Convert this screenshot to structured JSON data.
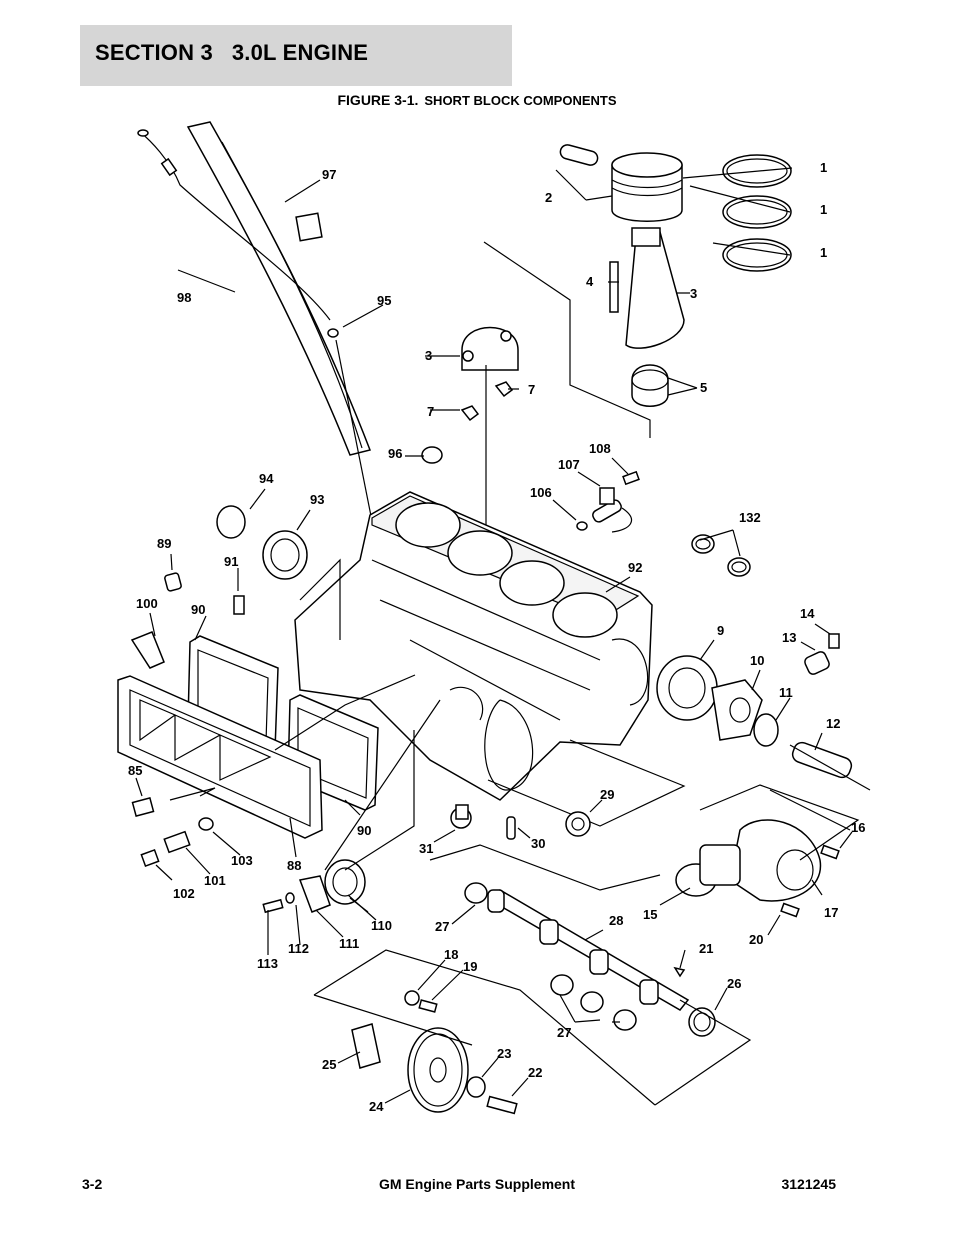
{
  "header": {
    "section_title": "SECTION 3   3.0L ENGINE"
  },
  "figure": {
    "number": "FIGURE 3-1.",
    "name": "SHORT BLOCK COMPONENTS"
  },
  "callouts": {
    "c1a": "1",
    "c1b": "1",
    "c1c": "1",
    "c2": "2",
    "c3a": "3",
    "c3b": "3",
    "c4": "4",
    "c5": "5",
    "c7a": "7",
    "c7b": "7",
    "c9": "9",
    "c10": "10",
    "c11": "11",
    "c12": "12",
    "c13": "13",
    "c14": "14",
    "c15": "15",
    "c16": "16",
    "c17": "17",
    "c18": "18",
    "c19": "19",
    "c20": "20",
    "c21": "21",
    "c22": "22",
    "c23": "23",
    "c24": "24",
    "c25": "25",
    "c26": "26",
    "c27a": "27",
    "c27b": "27",
    "c28": "28",
    "c29": "29",
    "c30": "30",
    "c31": "31",
    "c85": "85",
    "c88": "88",
    "c89": "89",
    "c90a": "90",
    "c90b": "90",
    "c91": "91",
    "c92": "92",
    "c93": "93",
    "c94": "94",
    "c95": "95",
    "c96": "96",
    "c97": "97",
    "c98": "98",
    "c100": "100",
    "c101": "101",
    "c102": "102",
    "c103": "103",
    "c106": "106",
    "c107": "107",
    "c108": "108",
    "c110": "110",
    "c111": "111",
    "c112": "112",
    "c113": "113",
    "c132": "132"
  },
  "footer": {
    "page_number": "3-2",
    "publication_title": "GM Engine Parts Supplement",
    "document_number": "3121245"
  }
}
